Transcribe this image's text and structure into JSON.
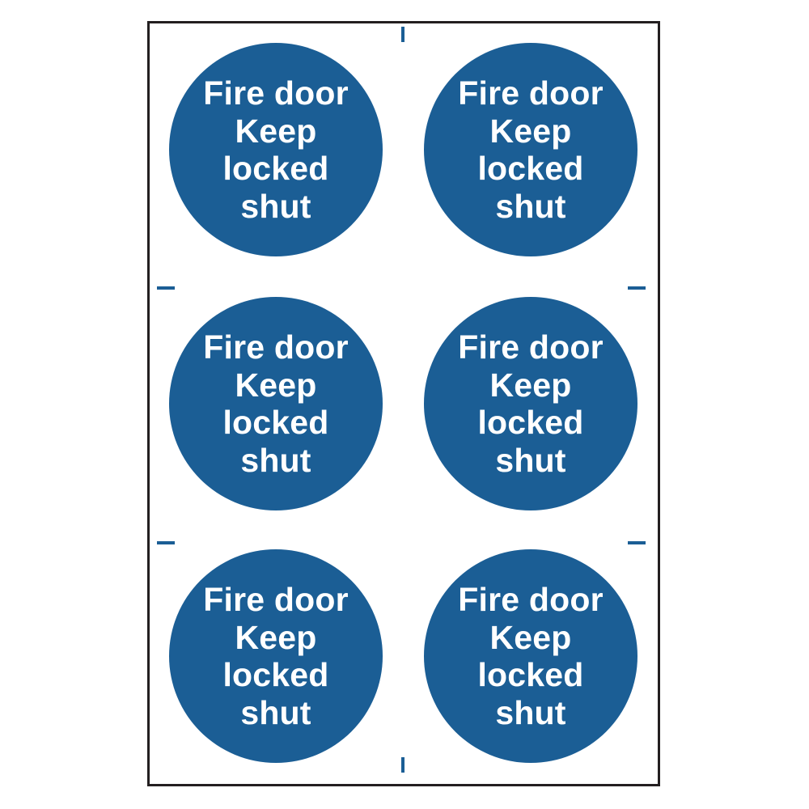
{
  "signs": [
    {
      "lines": [
        "Fire door",
        "Keep",
        "locked",
        "shut"
      ]
    },
    {
      "lines": [
        "Fire door",
        "Keep",
        "locked",
        "shut"
      ]
    },
    {
      "lines": [
        "Fire door",
        "Keep",
        "locked",
        "shut"
      ]
    },
    {
      "lines": [
        "Fire door",
        "Keep",
        "locked",
        "shut"
      ]
    },
    {
      "lines": [
        "Fire door",
        "Keep",
        "locked",
        "shut"
      ]
    },
    {
      "lines": [
        "Fire door",
        "Keep",
        "locked",
        "shut"
      ]
    }
  ],
  "colors": {
    "sign_blue": "#1b5e95",
    "text": "#ffffff",
    "border": "#231f20"
  }
}
